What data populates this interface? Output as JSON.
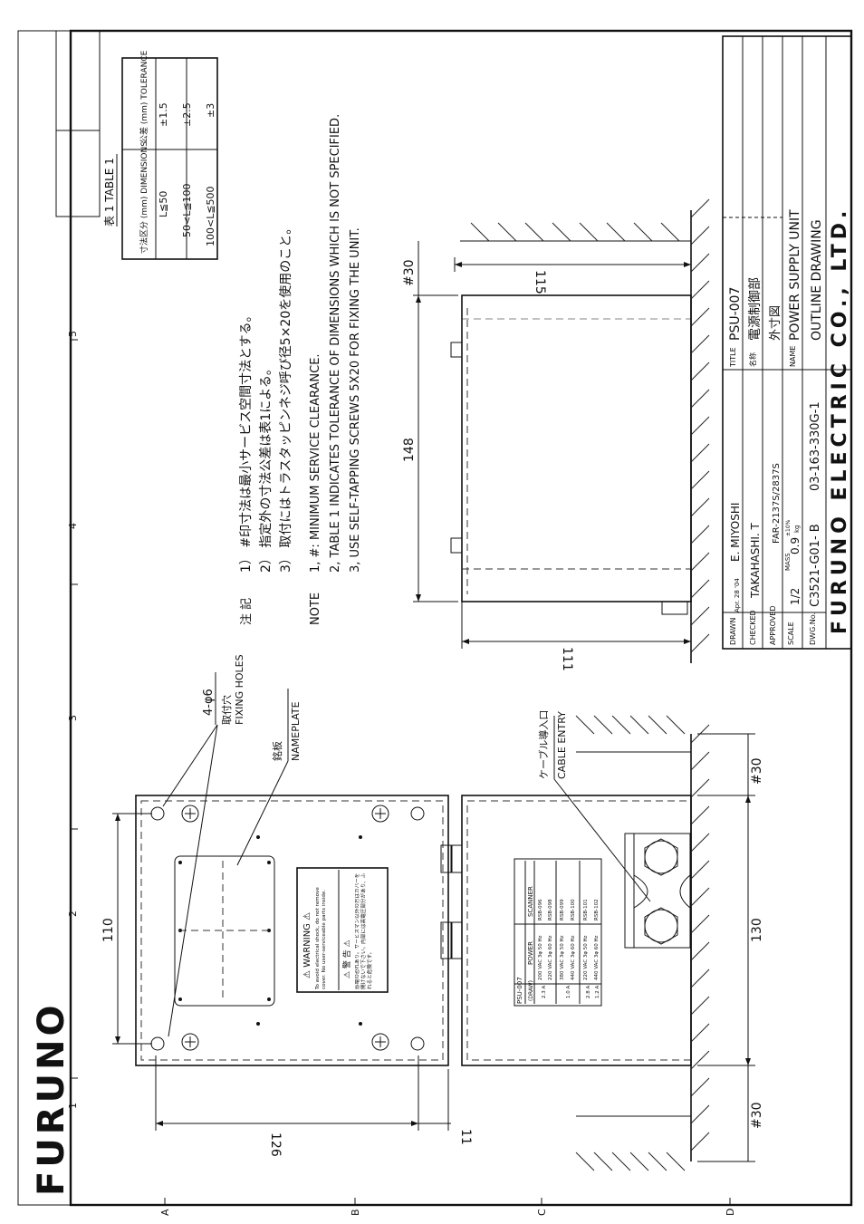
{
  "sheet": {
    "brand_logo": "FURUNO",
    "grid_numbers": [
      "1",
      "2",
      "3",
      "4",
      "5"
    ],
    "grid_letters": [
      "A",
      "B",
      "C",
      "D"
    ]
  },
  "table1": {
    "title": "表 1 TABLE 1",
    "headers": [
      "寸法区分 (mm) DIMENSIONS",
      "公差 (mm) TOLERANCE"
    ],
    "rows": [
      [
        "L≦50",
        "±1.5"
      ],
      [
        "50<L≦100",
        "±2.5"
      ],
      [
        "100<L≦500",
        "±3"
      ]
    ]
  },
  "notes_jp": {
    "label": "注 記",
    "items": [
      "1） #印寸法は最小サービス空間寸法とする。",
      "2） 指定外の寸法公差は表1による。",
      "3） 取付にはトラスタッピンネジ呼び径5×20を使用のこと。"
    ]
  },
  "notes_en": {
    "label": "NOTE",
    "items": [
      "1, #: MINIMUM SERVICE CLEARANCE.",
      "2, TABLE 1 INDICATES TOLERANCE OF DIMENSIONS WHICH IS NOT SPECIFIED.",
      "3, USE SELF-TAPPING SCREWS 5X20 FOR FIXING THE UNIT."
    ]
  },
  "callouts": {
    "fixing_holes_top": "4-φ6",
    "fixing_holes_jp": "取付穴",
    "fixing_holes_en": "FIXING HOLES",
    "nameplate_jp": "銘板",
    "nameplate_en": "NAMEPLATE",
    "cable_entry_jp": "ケーブル導入口",
    "cable_entry_en": "CABLE ENTRY"
  },
  "dimensions": {
    "top_width": "110",
    "left_height": "126",
    "left_small": "11",
    "bottom_width": "130",
    "clearance_left": "#30",
    "clearance_right": "#30",
    "side_depth": "148",
    "side_height": "115",
    "side_clearance": "#30",
    "side_total": "111"
  },
  "warning_label": {
    "title": "⚠ WARNING ⚠",
    "text_en": "To avoid electrical shock, do not remove cover. No user-serviceable parts inside.",
    "title_jp": "⚠ 警 告 ⚠",
    "text_jp": "感電の恐れあり。サービスマン以外の方はカバーを開けないで下さい。内部には高電圧部分があり、ふれると危険です。"
  },
  "spec_plate": {
    "model": "PSU-007",
    "headers": [
      "(DRAW)",
      "POWER",
      "SCANNER"
    ],
    "rows": [
      [
        "2.3 A",
        "200 VAC 3φ 50 Hz",
        "RSB-096"
      ],
      [
        "",
        "220 VAC 3φ 60 Hz",
        "RSB-098"
      ],
      [
        "1.0 A",
        "380 VAC 3φ 50 Hz",
        "RSB-099"
      ],
      [
        "",
        "440 VAC 3φ 60 Hz",
        "RSB-100"
      ],
      [
        "2.8 A",
        "220 VAC 3φ 50 Hz",
        "RSB-101"
      ],
      [
        "1.2 A",
        "440 VAC 3φ 60 Hz",
        "RSB-102"
      ]
    ]
  },
  "title_block": {
    "drawn_label": "DRAWN",
    "drawn_date": "Apr. 28 '04",
    "drawn_by": "E. MIYOSHI",
    "checked_label": "CHECKED",
    "checked_by": "TAKAHASHI. T",
    "approved_label": "APPROVED",
    "scale_label": "SCALE",
    "scale": "1/2",
    "mass_label": "MASS",
    "mass": "0.9",
    "mass_unit": "kg",
    "mass_tol": "±10%",
    "dwg_label": "DWG.No.",
    "dwg_no": "C3521-G01- B",
    "ref": "FAR-2137S/2837S",
    "part_no": "03-163-330G-1",
    "title_label": "TITLE",
    "title": "PSU-007",
    "name_jp_label": "名称",
    "name_jp": "電源制御部",
    "outline_jp": "外寸図",
    "name_label": "NAME",
    "name_en": "POWER SUPPLY UNIT",
    "drawing_type": "OUTLINE DRAWING",
    "company": "FURUNO ELECTRIC CO., LTD."
  }
}
